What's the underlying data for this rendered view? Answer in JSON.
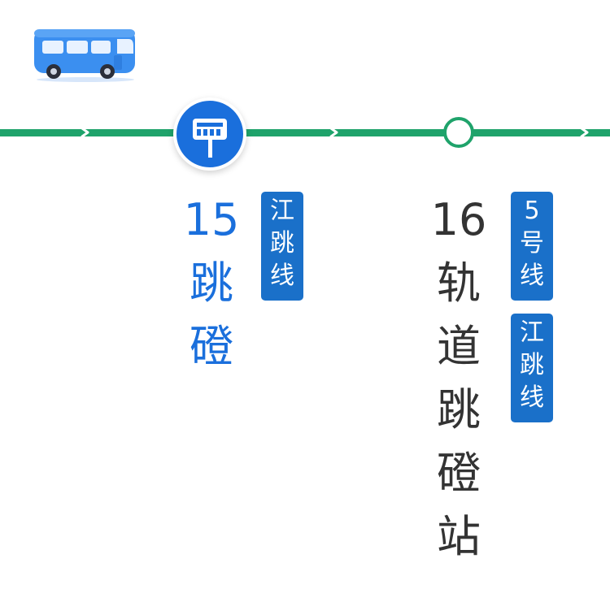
{
  "route": {
    "line_color": "#1fa36b",
    "current_color": "#1a6fdc",
    "badge_color": "#1a70c9"
  },
  "bus_icon": "bus-icon",
  "current_stop": {
    "icon": "bus-stop-sign-icon",
    "name": "15\n跳\n磴",
    "lines": [
      "江\n跳\n线"
    ]
  },
  "next_stop": {
    "name": "16\n轨\n道\n跳\n磴\n站",
    "lines": [
      "5\n号\n线",
      "江\n跳\n线"
    ]
  }
}
